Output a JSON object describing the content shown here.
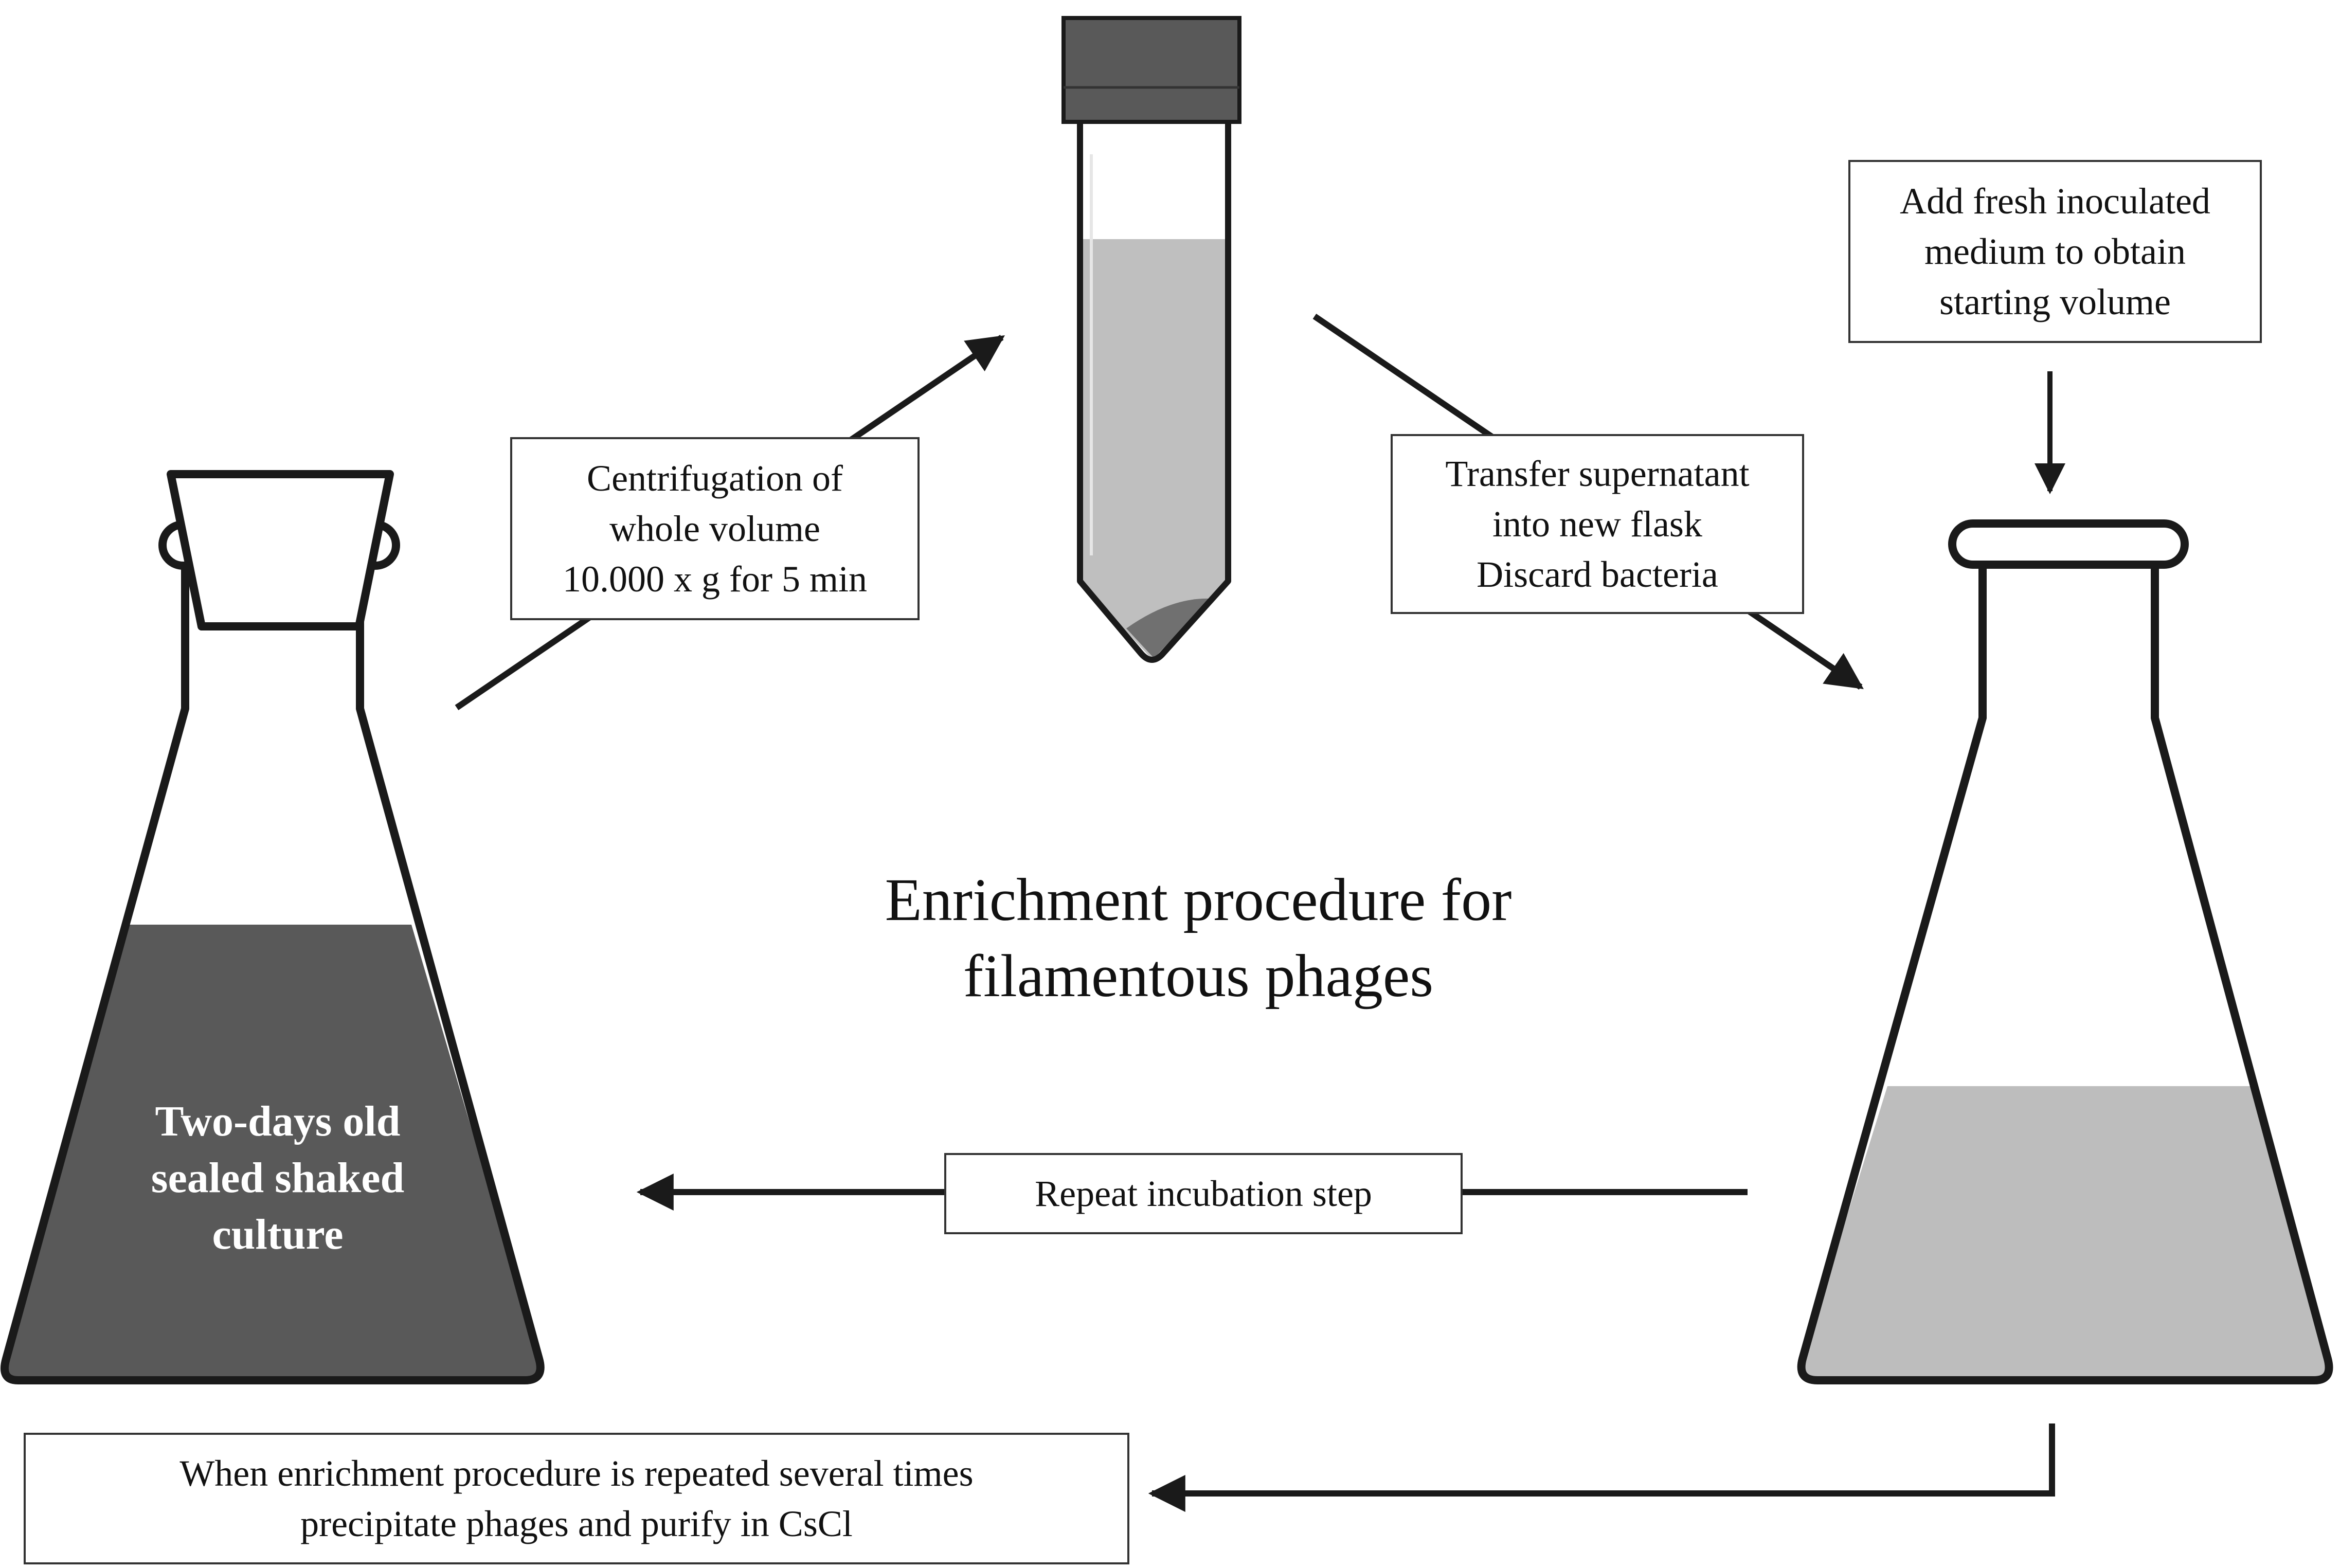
{
  "colors": {
    "outline": "#1a1a1a",
    "dark_culture": "#595959",
    "light_medium": "#bdbdbd",
    "tube_liquid": "#bfbfbf",
    "pellet": "#707070",
    "cap": "#595959"
  },
  "title": {
    "line1": "Enrichment procedure for",
    "line2": "filamentous  phages"
  },
  "left_flask": {
    "label_line1": "Two-days old",
    "label_line2": "sealed shaked",
    "label_line3": "culture"
  },
  "steps": {
    "centrifugation": {
      "line1": "Centrifugation of",
      "line2": "whole volume",
      "line3": "10.000 x g for 5 min"
    },
    "transfer": {
      "line1": "Transfer supernatant",
      "line2": "into new flask",
      "line3": "Discard bacteria"
    },
    "add_medium": {
      "line1": "Add fresh inoculated",
      "line2": "medium to obtain",
      "line3": "starting volume"
    },
    "repeat": {
      "line1": "Repeat incubation step"
    },
    "final": {
      "line1": "When enrichment procedure is repeated several times",
      "line2": "precipitate phages and purify in CsCl"
    }
  }
}
